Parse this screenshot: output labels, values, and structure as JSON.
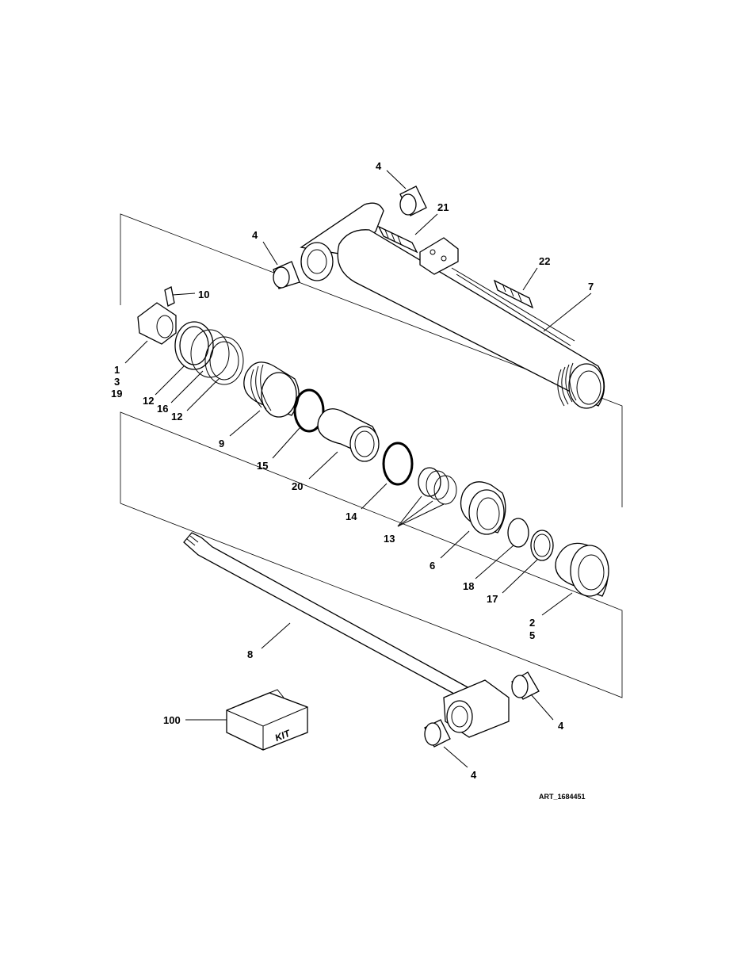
{
  "art_id": "ART_1684451",
  "kit_label": "KIT",
  "callouts": {
    "c4_top": "4",
    "c21": "21",
    "c4_barrel": "4",
    "c22": "22",
    "c7": "7",
    "c10": "10",
    "c1": "1",
    "c3": "3",
    "c19": "19",
    "c12a": "12",
    "c16": "16",
    "c12b": "12",
    "c9": "9",
    "c15": "15",
    "c20": "20",
    "c14": "14",
    "c13": "13",
    "c6": "6",
    "c18": "18",
    "c17": "17",
    "c2": "2",
    "c5": "5",
    "c8": "8",
    "c100": "100",
    "c4_rod_right": "4",
    "c4_rod_bottom": "4"
  }
}
